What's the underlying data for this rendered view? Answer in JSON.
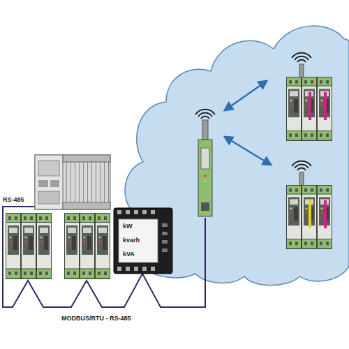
{
  "diagram": {
    "labels": [
      "RS-485",
      "MODBUS/RTU - RS-485",
      "kW",
      "kvarh",
      "kVA"
    ]
  }
}
